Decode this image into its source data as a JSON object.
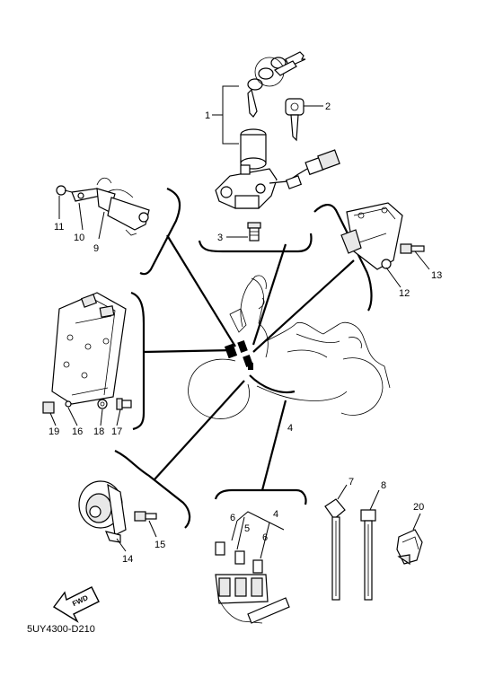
{
  "diagram_code": "5UY4300-D210",
  "fwd_label": "FWD",
  "part_numbers": [
    "1",
    "2",
    "3",
    "4",
    "4",
    "5",
    "6",
    "6",
    "7",
    "8",
    "9",
    "10",
    "11",
    "12",
    "13",
    "14",
    "15",
    "16",
    "17",
    "18",
    "19",
    "20"
  ]
}
